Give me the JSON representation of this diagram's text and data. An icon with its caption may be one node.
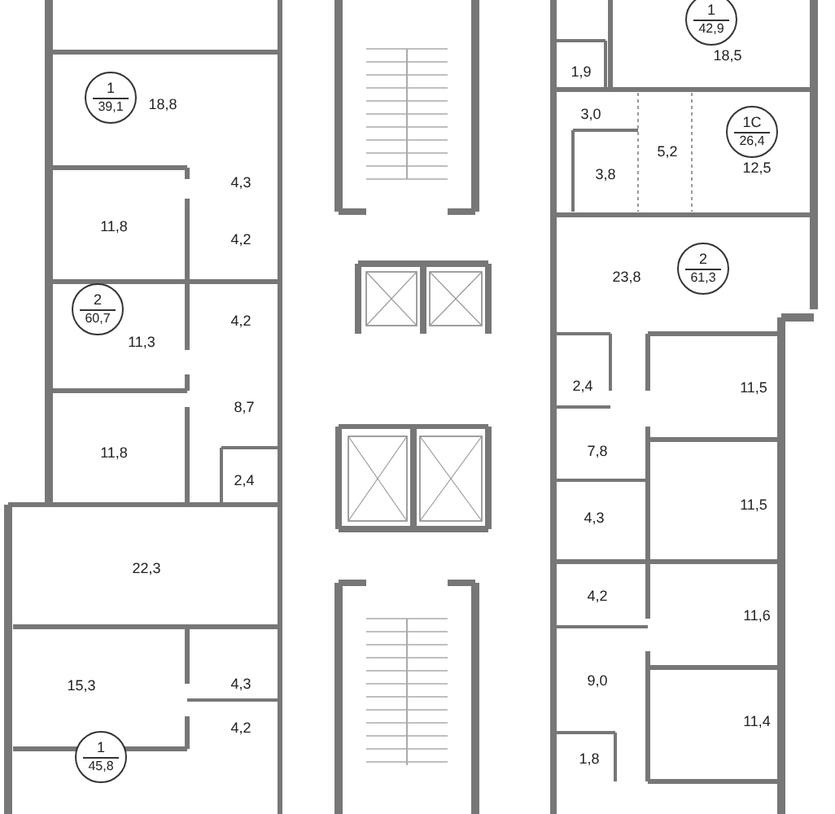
{
  "diagram": {
    "nodes": [
      {
        "text": [
          "1",
          "39,1"
        ]
      },
      {
        "text": [
          "2",
          "60,7"
        ]
      },
      {
        "text": [
          "1",
          "45,8"
        ]
      },
      {
        "text": [
          "1",
          "42,9"
        ]
      },
      {
        "text": [
          "1С",
          "26,4"
        ]
      },
      {
        "text": [
          "2",
          "61,3"
        ]
      }
    ],
    "labels": [
      "18,8",
      "4,3",
      "11,8",
      "4,2",
      "11,3",
      "4,2",
      "8,7",
      "11,8",
      "2,4",
      "22,3",
      "15,3",
      "4,3",
      "4,2",
      "1,9",
      "18,5",
      "3,0",
      "5,2",
      "3,8",
      "12,5",
      "23,8",
      "2,4",
      "11,5",
      "7,8",
      "11,5",
      "4,3",
      "4,2",
      "11,6",
      "9,0",
      "11,4",
      "1,8"
    ]
  }
}
